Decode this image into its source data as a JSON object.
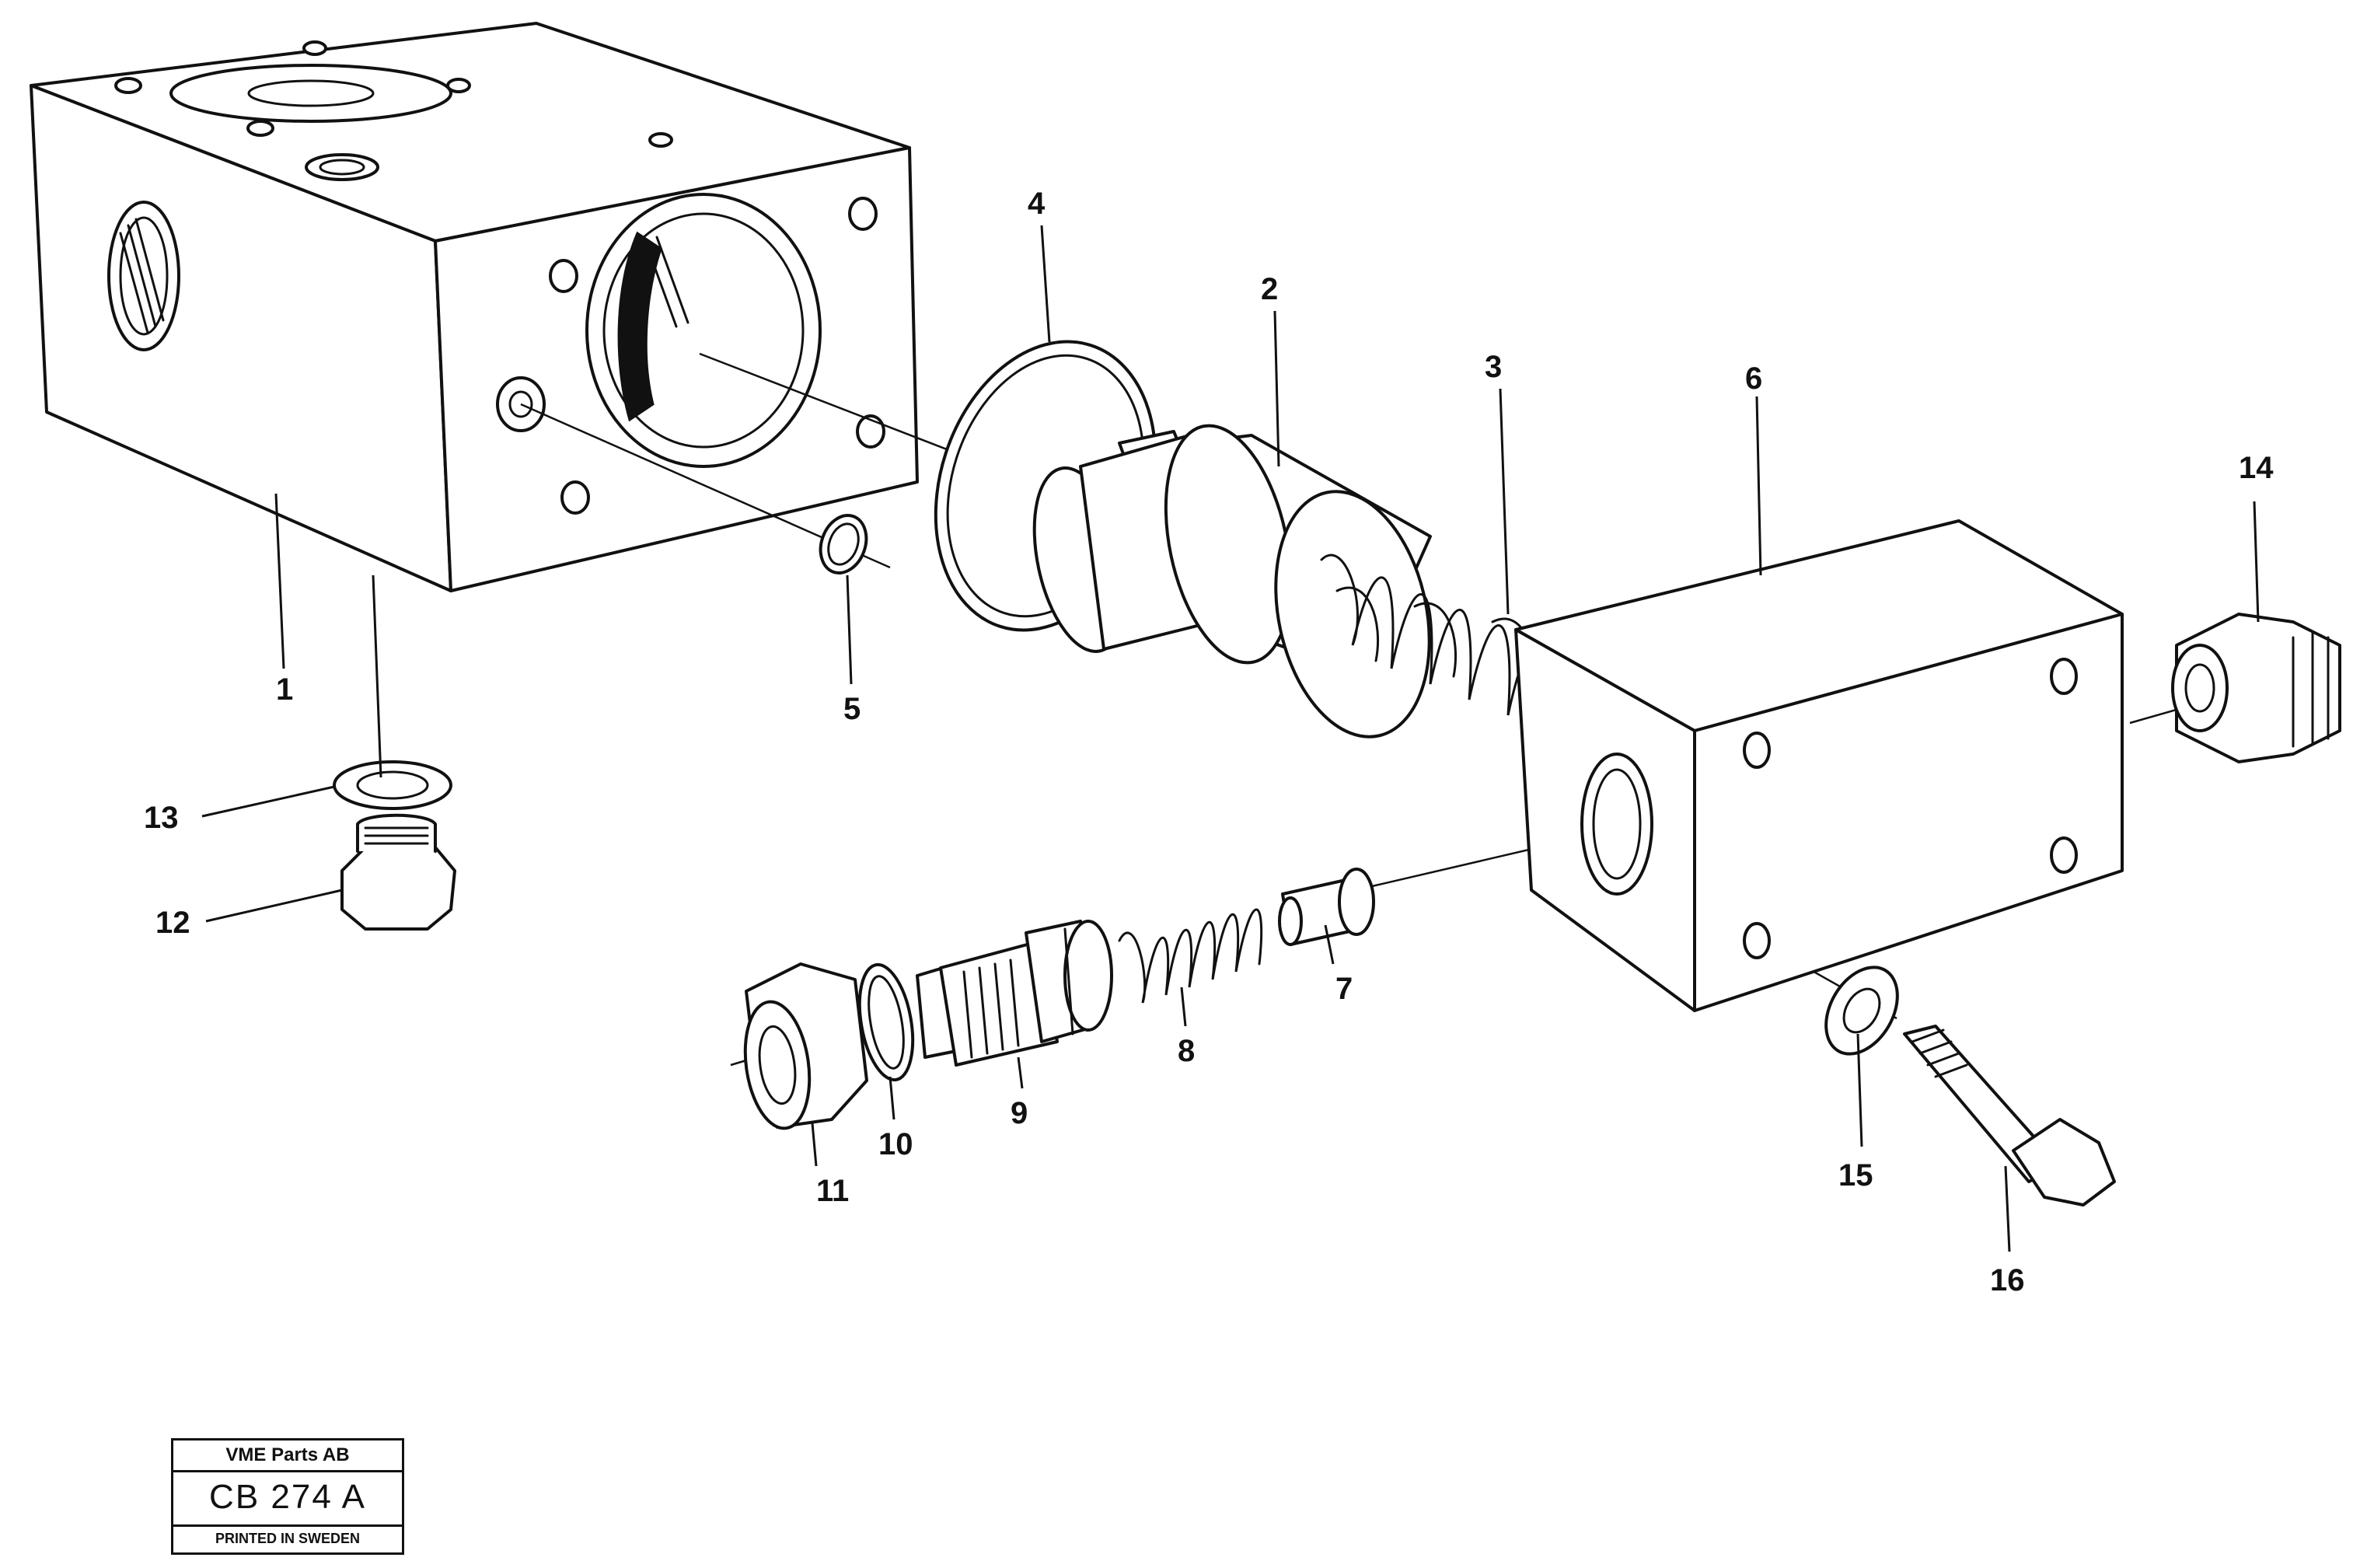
{
  "callouts": {
    "c1": "1",
    "c2": "2",
    "c3": "3",
    "c4": "4",
    "c5": "5",
    "c6": "6",
    "c7": "7",
    "c8": "8",
    "c9": "9",
    "c10": "10",
    "c11": "11",
    "c12": "12",
    "c13": "13",
    "c14": "14",
    "c15": "15",
    "c16": "16"
  },
  "title_block": {
    "company": "VME Parts AB",
    "code": "CB 274  A",
    "printed": "PRINTED IN SWEDEN"
  }
}
